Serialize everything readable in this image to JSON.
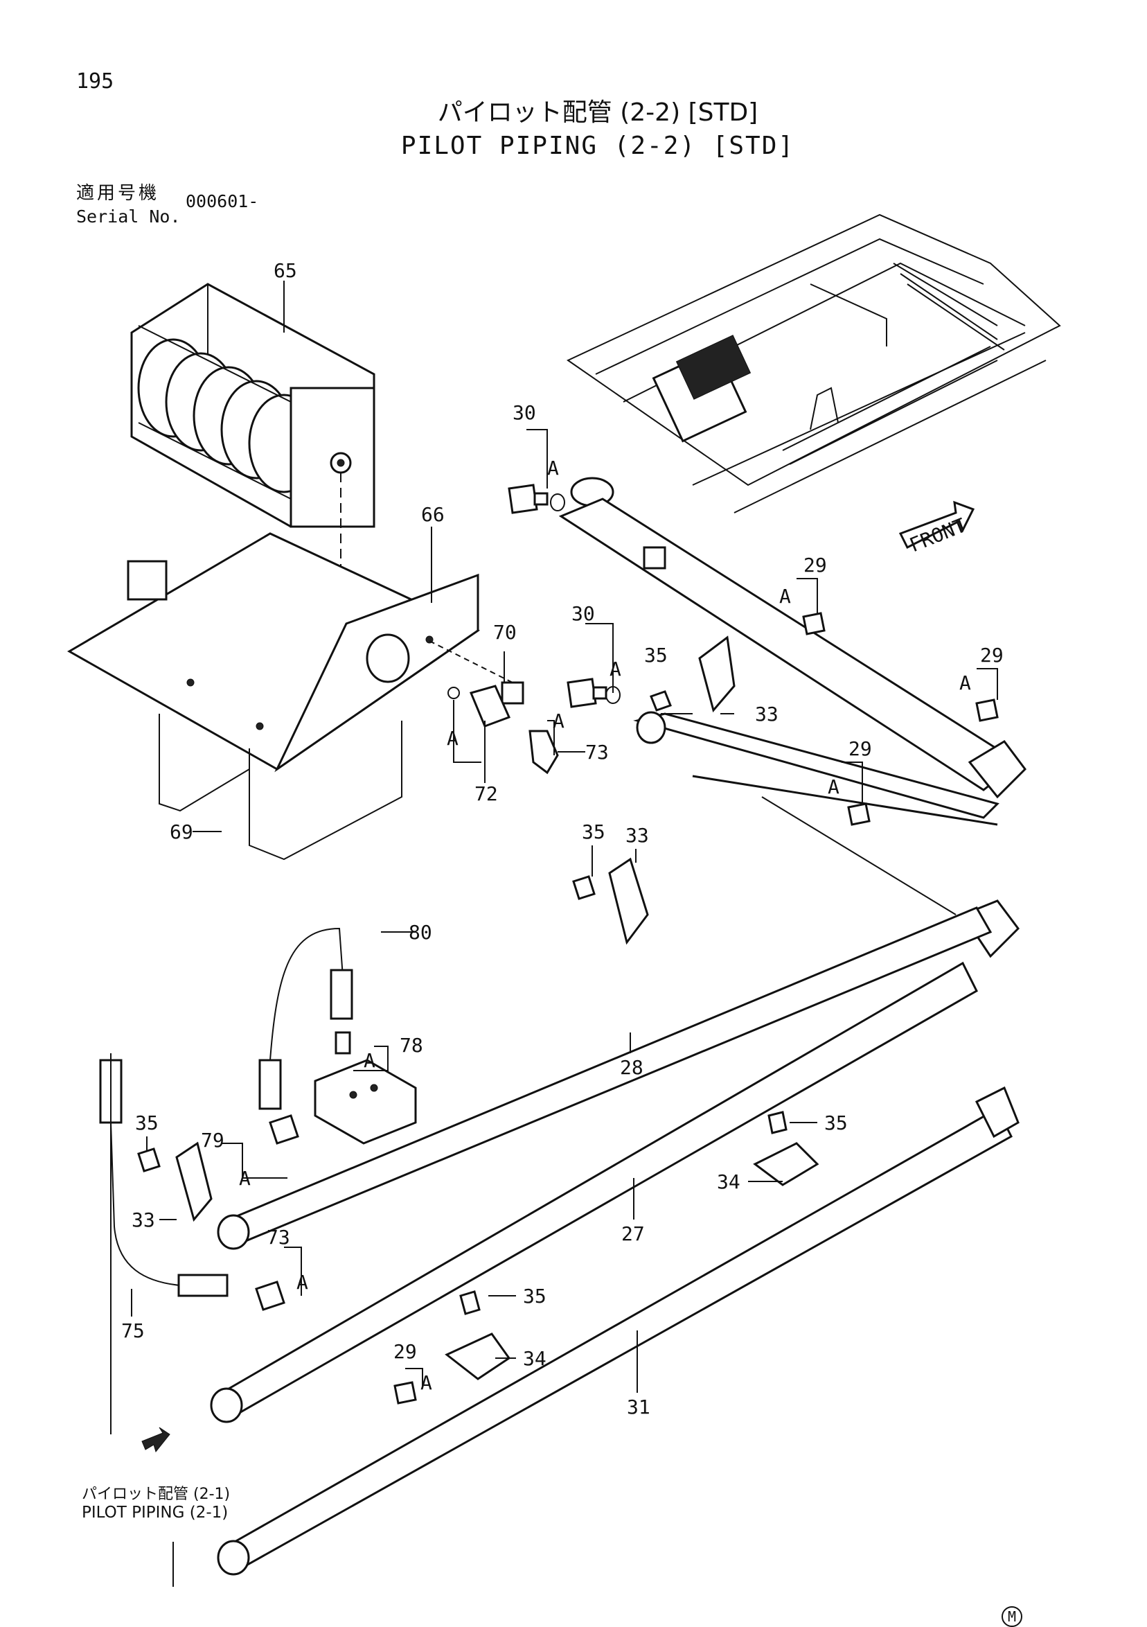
{
  "page": {
    "number": "195",
    "title_ja": "パイロット配管 (2-2) [STD]",
    "title_en": "PILOT PIPING (2-2) [STD]"
  },
  "serial": {
    "label_ja": "適用号機",
    "label_en": "Serial No.",
    "value": "000601-"
  },
  "callouts": [
    {
      "label": "65"
    },
    {
      "label": "30"
    },
    {
      "label": "A"
    },
    {
      "label": "66"
    },
    {
      "label": "70"
    },
    {
      "label": "30"
    },
    {
      "label": "A"
    },
    {
      "label": "35"
    },
    {
      "label": "33"
    },
    {
      "label": "A"
    },
    {
      "label": "73"
    },
    {
      "label": "72"
    },
    {
      "label": "A"
    },
    {
      "label": "69"
    },
    {
      "label": "29"
    },
    {
      "label": "A"
    },
    {
      "label": "29"
    },
    {
      "label": "A"
    },
    {
      "label": "29"
    },
    {
      "label": "A"
    },
    {
      "label": "35"
    },
    {
      "label": "33"
    },
    {
      "label": "80"
    },
    {
      "label": "78"
    },
    {
      "label": "A"
    },
    {
      "label": "28"
    },
    {
      "label": "35"
    },
    {
      "label": "79"
    },
    {
      "label": "A"
    },
    {
      "label": "33"
    },
    {
      "label": "35"
    },
    {
      "label": "34"
    },
    {
      "label": "27"
    },
    {
      "label": "73"
    },
    {
      "label": "A"
    },
    {
      "label": "75"
    },
    {
      "label": "35"
    },
    {
      "label": "34"
    },
    {
      "label": "29"
    },
    {
      "label": "A"
    },
    {
      "label": "31"
    }
  ],
  "front_marker": "FRONT",
  "cross_reference": {
    "label_ja": "パイロット配管 (2-1)",
    "label_en": "PILOT PIPING (2-1)"
  },
  "corner_mark": "M"
}
